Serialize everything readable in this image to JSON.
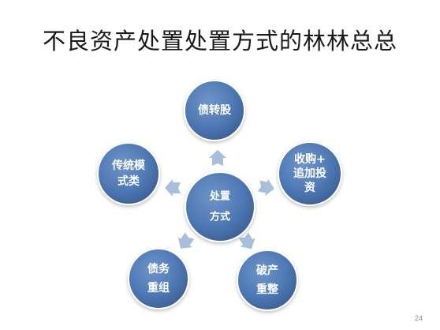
{
  "slide": {
    "title": "不良资产处置处置方式的林林总总",
    "page_number": "24"
  },
  "diagram": {
    "center": {
      "lines": [
        "处置",
        "方式"
      ]
    },
    "nodes": [
      {
        "id": "debt-equity-swap",
        "lines": [
          "债转股"
        ]
      },
      {
        "id": "acquisition-investment",
        "lines": [
          "收购+",
          "追加投",
          "资"
        ]
      },
      {
        "id": "bankruptcy-restructuring",
        "lines": [
          "破产",
          "重整"
        ]
      },
      {
        "id": "debt-restructuring",
        "lines": [
          "债务",
          "重组"
        ]
      },
      {
        "id": "traditional-mode",
        "lines": [
          "传统模",
          "式类"
        ]
      }
    ],
    "colors": {
      "node_fill": "#4f79b5",
      "node_fill_light": "#6f95c8",
      "node_fill_dark": "#3b5f93",
      "arrow_fill": "#a8bfdc",
      "text": "#ffffff"
    }
  }
}
